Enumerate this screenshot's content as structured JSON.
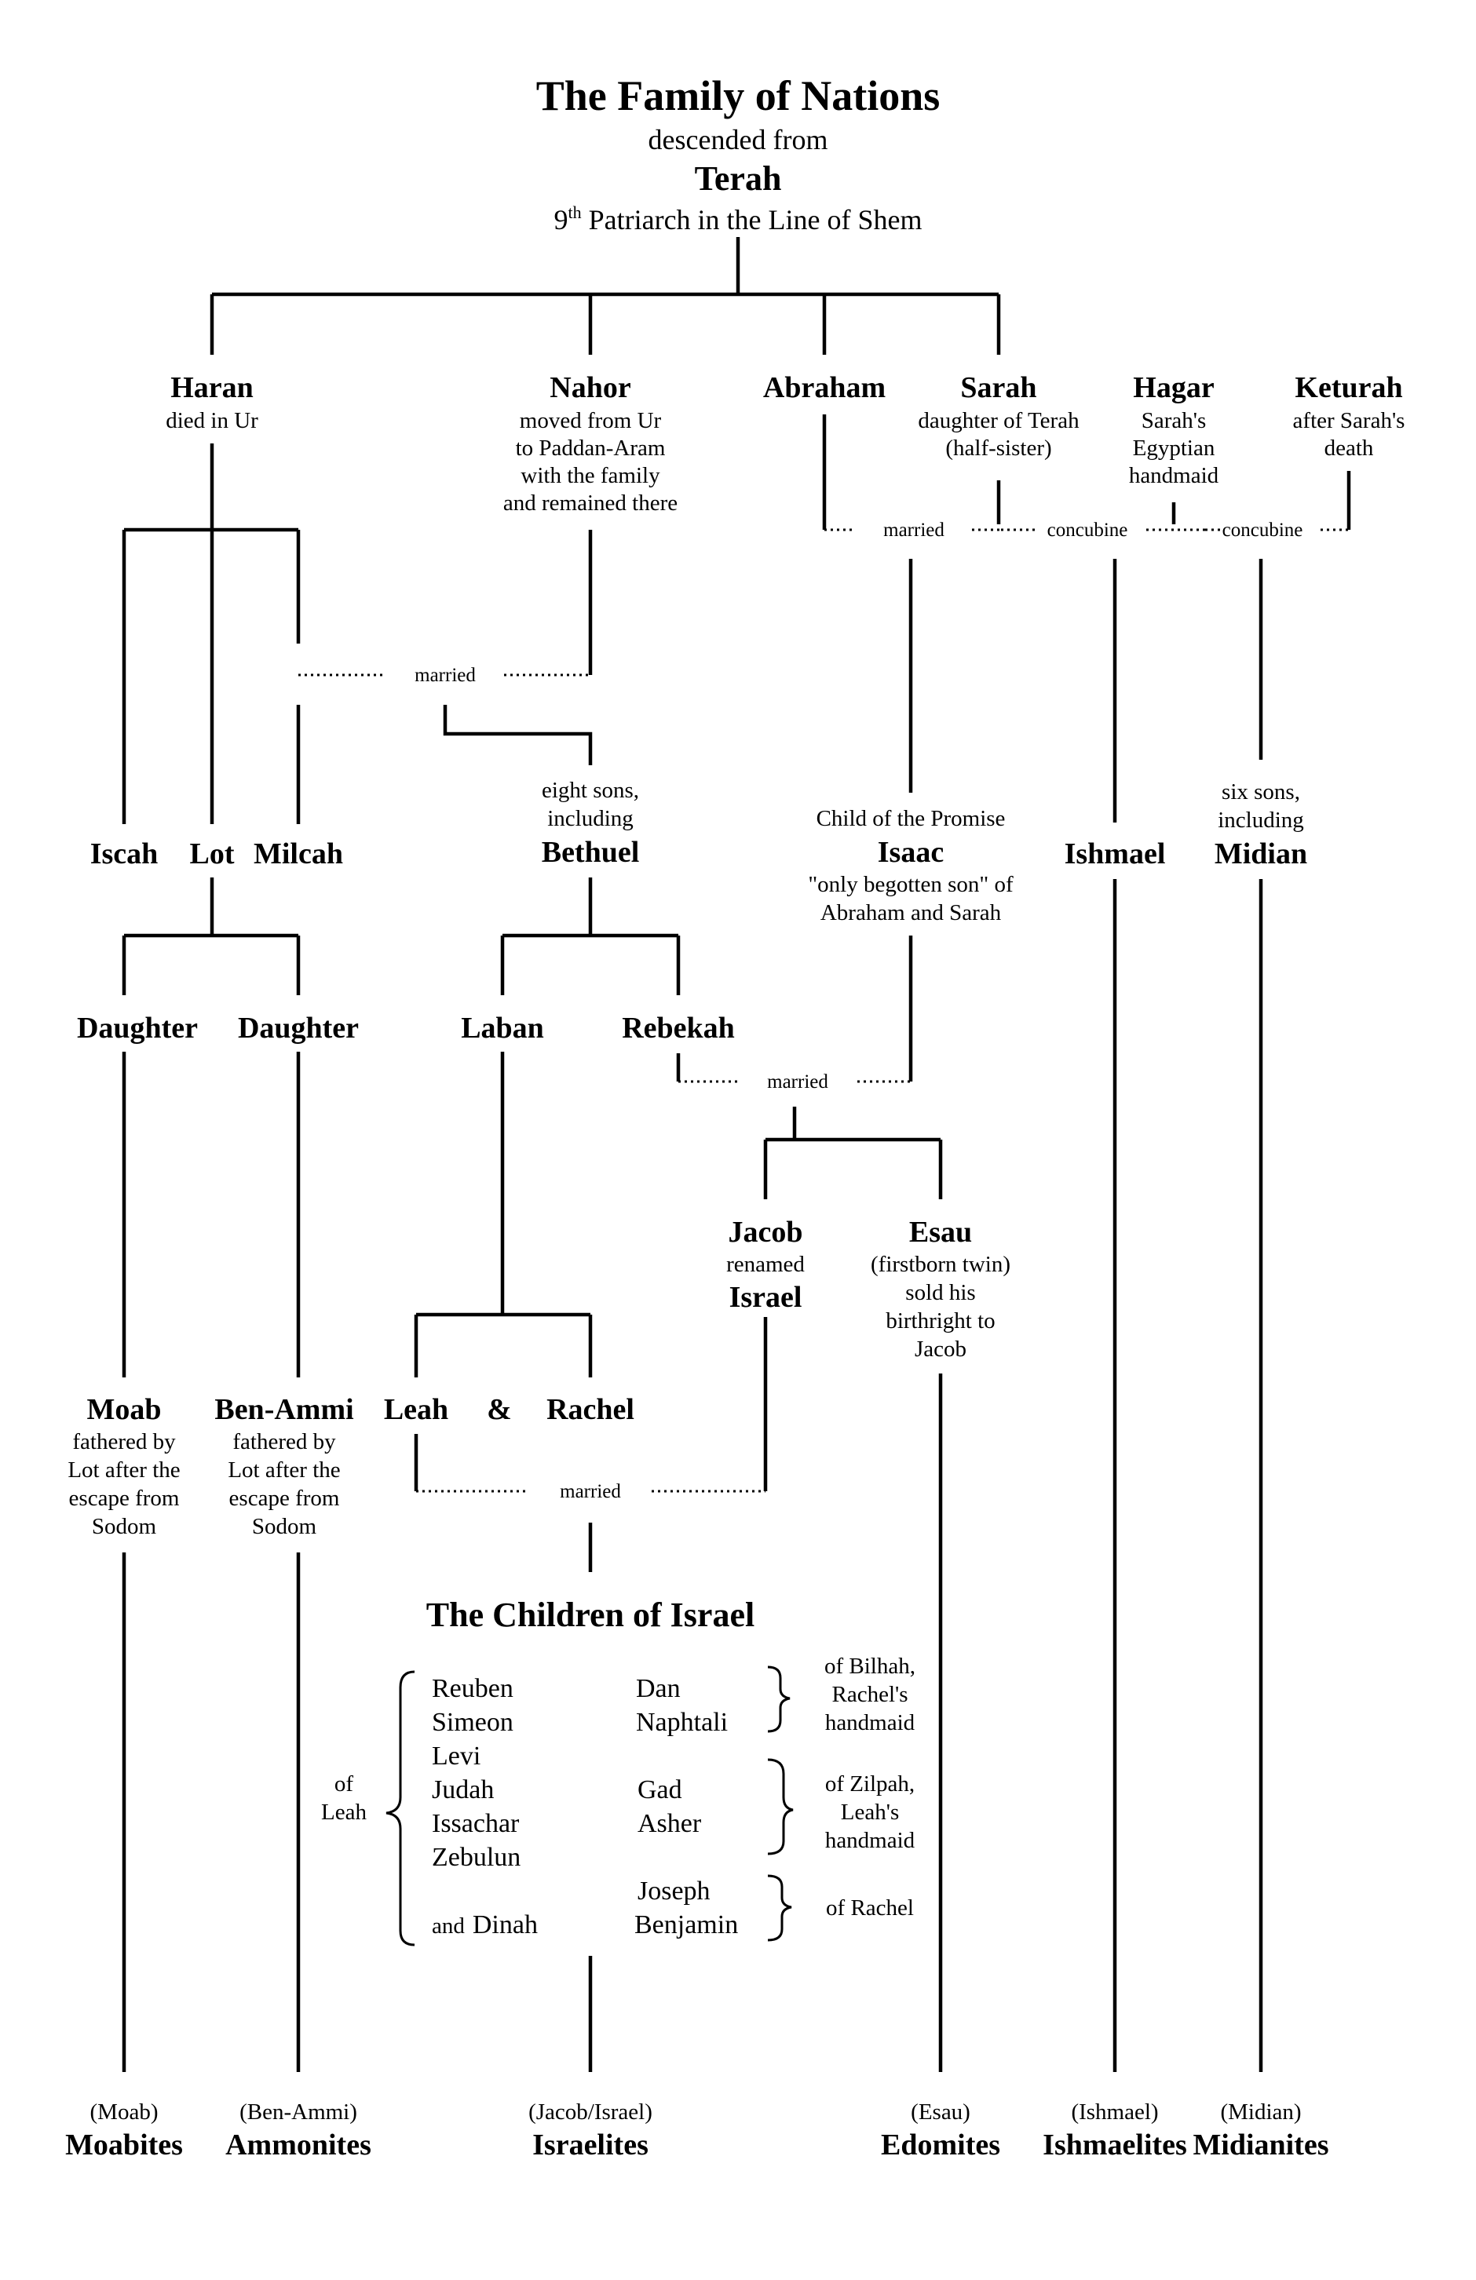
{
  "header": {
    "title": "The Family of Nations",
    "descended": "descended from",
    "root": "Terah",
    "patriarch_num": "9",
    "patriarch_sup": "th",
    "patriarch_rest": " Patriarch in the Line of Shem"
  },
  "gen1": {
    "haran": {
      "name": "Haran",
      "desc": [
        "died in Ur"
      ]
    },
    "nahor": {
      "name": "Nahor",
      "desc": [
        "moved from Ur",
        "to Paddan-Aram",
        "with the family",
        "and remained there"
      ]
    },
    "abraham": {
      "name": "Abraham"
    },
    "sarah": {
      "name": "Sarah",
      "desc": [
        "daughter of Terah",
        "(half-sister)"
      ]
    },
    "hagar": {
      "name": "Hagar",
      "desc": [
        "Sarah's",
        "Egyptian",
        "handmaid"
      ]
    },
    "keturah": {
      "name": "Keturah",
      "desc": [
        "after Sarah's",
        "death"
      ]
    }
  },
  "links": {
    "married": "married",
    "concubine": "concubine",
    "amp": "&"
  },
  "gen2": {
    "iscah": "Iscah",
    "lot": "Lot",
    "milcah": "Milcah",
    "bethuel": {
      "pre": [
        "eight sons,",
        "including"
      ],
      "name": "Bethuel"
    },
    "isaac": {
      "pre": "Child of the Promise",
      "name": "Isaac",
      "desc": [
        "\"only begotten son\" of",
        "Abraham and Sarah"
      ]
    },
    "ishmael": "Ishmael",
    "midian": {
      "pre": [
        "six sons,",
        "including"
      ],
      "name": "Midian"
    }
  },
  "gen3": {
    "daughter1": "Daughter",
    "daughter2": "Daughter",
    "laban": "Laban",
    "rebekah": "Rebekah"
  },
  "gen4": {
    "jacob": {
      "name": "Jacob",
      "mid": "renamed",
      "alt": "Israel"
    },
    "esau": {
      "name": "Esau",
      "desc": [
        "(firstborn twin)",
        "sold his",
        "birthright to",
        "Jacob"
      ]
    }
  },
  "gen5": {
    "moab": {
      "name": "Moab",
      "desc": [
        "fathered by",
        "Lot after the",
        "escape from",
        "Sodom"
      ]
    },
    "benammi": {
      "name": "Ben-Ammi",
      "desc": [
        "fathered by",
        "Lot after the",
        "escape from",
        "Sodom"
      ]
    },
    "leah": "Leah",
    "rachel": "Rachel"
  },
  "israel": {
    "heading": "The Children of Israel",
    "of_leah": [
      "of",
      "Leah"
    ],
    "leah_sons": [
      "Reuben",
      "Simeon",
      "Levi",
      "Judah",
      "Issachar",
      "Zebulun"
    ],
    "and": "and",
    "dinah": "Dinah",
    "bilhah_sons": [
      "Dan",
      "Naphtali"
    ],
    "bilhah_label": [
      "of Bilhah,",
      "Rachel's",
      "handmaid"
    ],
    "zilpah_sons": [
      "Gad",
      "Asher"
    ],
    "zilpah_label": [
      "of Zilpah,",
      "Leah's",
      "handmaid"
    ],
    "rachel_sons": [
      "Joseph",
      "Benjamin"
    ],
    "rachel_label": "of Rachel"
  },
  "nations": [
    {
      "source": "(Moab)",
      "name": "Moabites"
    },
    {
      "source": "(Ben-Ammi)",
      "name": "Ammonites"
    },
    {
      "source": "(Jacob/Israel)",
      "name": "Israelites"
    },
    {
      "source": "(Esau)",
      "name": "Edomites"
    },
    {
      "source": "(Ishmael)",
      "name": "Ishmaelites"
    },
    {
      "source": "(Midian)",
      "name": "Midianites"
    }
  ]
}
